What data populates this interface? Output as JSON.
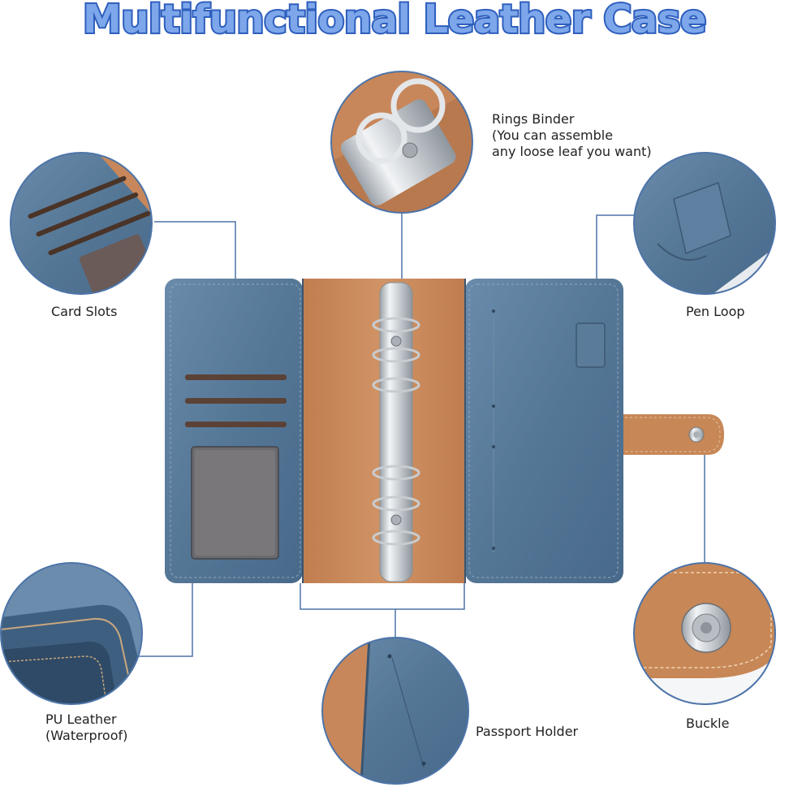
{
  "title": "Multifunctional Leather Case",
  "labels": {
    "rings_binder_1": "Rings Binder",
    "rings_binder_2": "(You can assemble",
    "rings_binder_3": "any loose leaf you want)",
    "card_slots": "Card Slots",
    "pen_loop": "Pen Loop",
    "pu_leather_1": "PU Leather",
    "pu_leather_2": "(Waterproof)",
    "passport_holder": "Passport Holder",
    "buckle": "Buckle"
  },
  "colors": {
    "title_fill": "#7da7ea",
    "title_stroke": "#2f5fbd",
    "leather_blue": "#5b7d9c",
    "leather_blue_dark": "#41627f",
    "leather_tan": "#c8875a",
    "callout_line": "#4d74a8",
    "metal": "#d9dde1"
  },
  "icons": [
    "rings-binder-photo",
    "card-slots-photo",
    "pen-loop-photo",
    "pu-leather-photo",
    "passport-holder-photo",
    "buckle-photo"
  ]
}
